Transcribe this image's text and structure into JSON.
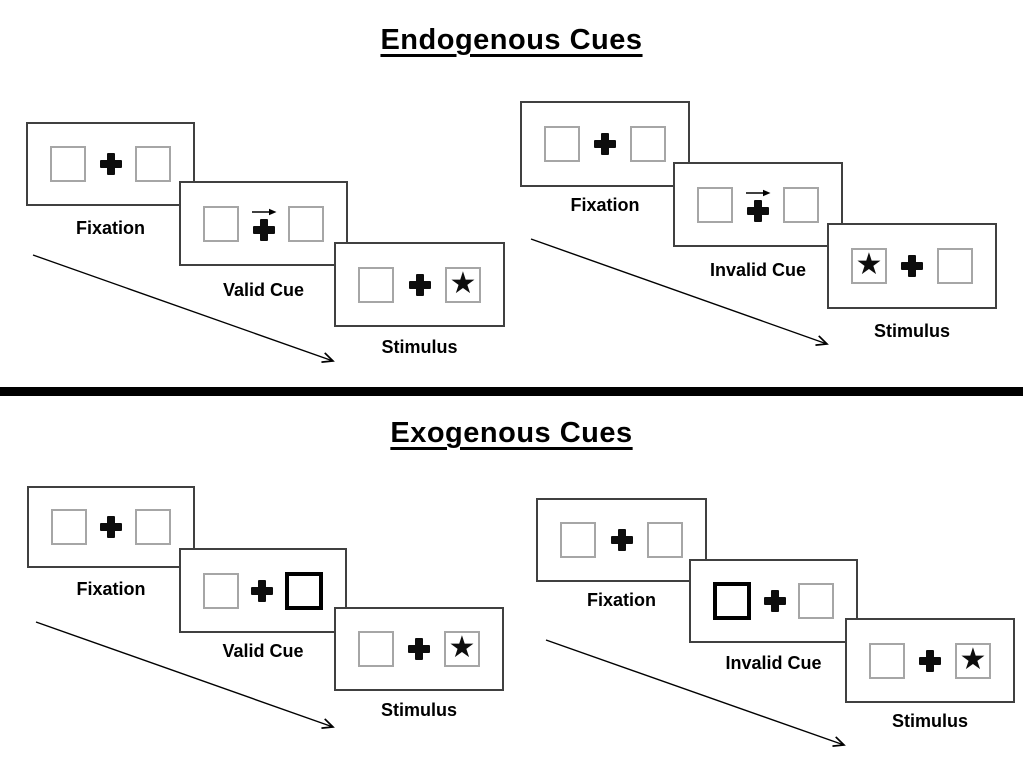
{
  "titles": {
    "endogenous": "Endogenous Cues",
    "exogenous": "Exogenous Cues"
  },
  "glyphs": {
    "star": "★"
  },
  "colors": {
    "ink": "#000000",
    "panel_border": "#404040",
    "box_border": "#a6a6a6",
    "cue_box_border": "#000000",
    "background": "#ffffff"
  },
  "endogenous": {
    "valid": {
      "fixation_label": "Fixation",
      "cue_label": "Valid Cue",
      "stimulus_label": "Stimulus"
    },
    "invalid": {
      "fixation_label": "Fixation",
      "cue_label": "Invalid Cue",
      "stimulus_label": "Stimulus"
    }
  },
  "exogenous": {
    "valid": {
      "fixation_label": "Fixation",
      "cue_label": "Valid Cue",
      "stimulus_label": "Stimulus"
    },
    "invalid": {
      "fixation_label": "Fixation",
      "cue_label": "Invalid Cue",
      "stimulus_label": "Stimulus"
    }
  }
}
